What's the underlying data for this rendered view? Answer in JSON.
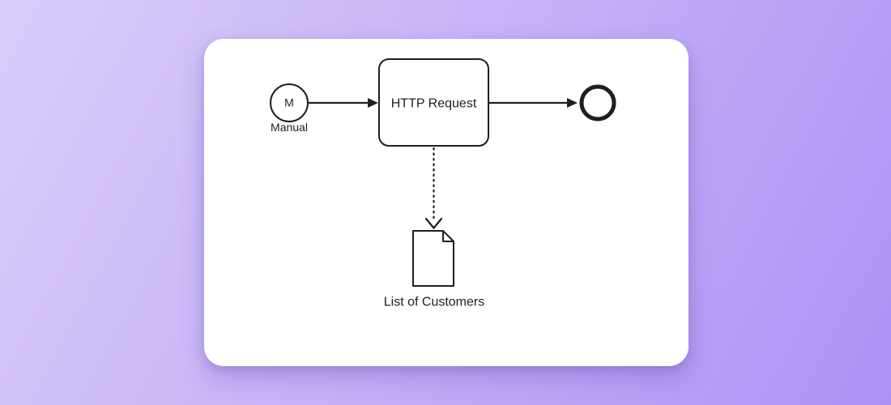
{
  "page": {
    "background_gradient_from": "#d9cdfa",
    "background_gradient_to": "#ab92f5",
    "card_color": "#ffffff"
  },
  "diagram": {
    "kind": "bpmn-process",
    "stroke_color": "#1f1f1f",
    "text_color": "#1f1f1f",
    "start_event": {
      "type": "manual-start-event",
      "marker": "M",
      "label": "Manual"
    },
    "task": {
      "type": "task",
      "label": "HTTP Request"
    },
    "end_event": {
      "type": "end-event"
    },
    "data_object": {
      "type": "data-object",
      "label": "List of Customers"
    },
    "flows": [
      {
        "from": "start-event",
        "to": "task",
        "style": "solid-arrow"
      },
      {
        "from": "task",
        "to": "end-event",
        "style": "solid-arrow"
      },
      {
        "from": "task",
        "to": "data-object",
        "style": "dotted-association-arrow"
      }
    ]
  }
}
